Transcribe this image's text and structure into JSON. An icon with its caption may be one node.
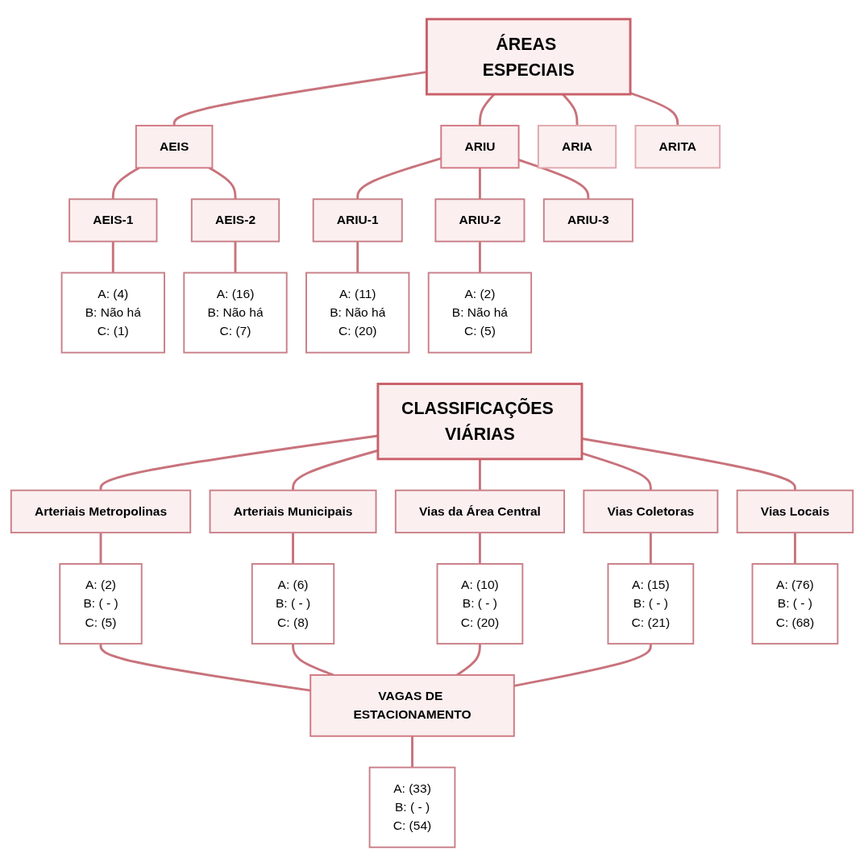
{
  "diagram": {
    "nodes": [
      {
        "text": [
          "ÁREAS ESPECIAIS"
        ]
      },
      {
        "text": [
          "AEIS"
        ]
      },
      {
        "text": [
          "ARIU"
        ]
      },
      {
        "text": [
          "ARIA"
        ]
      },
      {
        "text": [
          "ARITA"
        ]
      },
      {
        "text": [
          "AEIS-1"
        ]
      },
      {
        "text": [
          "AEIS-2"
        ]
      },
      {
        "text": [
          "ARIU-1"
        ]
      },
      {
        "text": [
          "ARIU-2"
        ]
      },
      {
        "text": [
          "ARIU-3"
        ]
      },
      {
        "text": [
          "A: (4)",
          "B: Não há",
          "C: (1)"
        ]
      },
      {
        "text": [
          "A: (16)",
          "B: Não há",
          "C: (7)"
        ]
      },
      {
        "text": [
          "A: (11)",
          "B: Não há",
          "C: (20)"
        ]
      },
      {
        "text": [
          "A: (2)",
          "B: Não há",
          "C: (5)"
        ]
      },
      {
        "text": [
          "CLASSIFICAÇÕES VIÁRIAS"
        ]
      },
      {
        "text": [
          "Arteriais Metropolinas"
        ]
      },
      {
        "text": [
          "Arteriais Municipais"
        ]
      },
      {
        "text": [
          "Vias da Área Central"
        ]
      },
      {
        "text": [
          "Vias Coletoras"
        ]
      },
      {
        "text": [
          "Vias Locais"
        ]
      },
      {
        "text": [
          "A: (2)",
          "B: ( - )",
          "C: (5)"
        ]
      },
      {
        "text": [
          "A: (6)",
          "B: ( - )",
          "C: (8)"
        ]
      },
      {
        "text": [
          "A: (10)",
          "B: ( - )",
          "C: (20)"
        ]
      },
      {
        "text": [
          "A: (15)",
          "B: ( - )",
          "C: (21)"
        ]
      },
      {
        "text": [
          "A: (76)",
          "B: ( - )",
          "C: (68)"
        ]
      },
      {
        "text": [
          "VAGAS DE ESTACIONAMENTO"
        ]
      },
      {
        "text": [
          "A: (33)",
          "B: ( - )",
          "C: (54)"
        ]
      }
    ],
    "edges": [
      {
        "from": 0,
        "to": 1,
        "arrow": "none"
      },
      {
        "from": 0,
        "to": 2,
        "arrow": "none"
      },
      {
        "from": 0,
        "to": 3,
        "arrow": "none"
      },
      {
        "from": 0,
        "to": 4,
        "arrow": "none"
      },
      {
        "from": 1,
        "to": 5,
        "arrow": "none"
      },
      {
        "from": 1,
        "to": 6,
        "arrow": "none"
      },
      {
        "from": 2,
        "to": 7,
        "arrow": "none"
      },
      {
        "from": 2,
        "to": 8,
        "arrow": "none"
      },
      {
        "from": 2,
        "to": 9,
        "arrow": "none"
      },
      {
        "from": 5,
        "to": 10,
        "arrow": "none"
      },
      {
        "from": 6,
        "to": 11,
        "arrow": "none"
      },
      {
        "from": 7,
        "to": 12,
        "arrow": "none"
      },
      {
        "from": 8,
        "to": 13,
        "arrow": "none"
      },
      {
        "from": 14,
        "to": 15,
        "arrow": "none"
      },
      {
        "from": 14,
        "to": 16,
        "arrow": "none"
      },
      {
        "from": 14,
        "to": 17,
        "arrow": "none"
      },
      {
        "from": 14,
        "to": 18,
        "arrow": "none"
      },
      {
        "from": 14,
        "to": 19,
        "arrow": "none"
      },
      {
        "from": 15,
        "to": 20,
        "arrow": "none"
      },
      {
        "from": 16,
        "to": 21,
        "arrow": "none"
      },
      {
        "from": 17,
        "to": 22,
        "arrow": "none"
      },
      {
        "from": 18,
        "to": 23,
        "arrow": "none"
      },
      {
        "from": 19,
        "to": 24,
        "arrow": "none"
      },
      {
        "from": 20,
        "to": 25,
        "arrow": "none"
      },
      {
        "from": 21,
        "to": 25,
        "arrow": "none"
      },
      {
        "from": 22,
        "to": 25,
        "arrow": "none"
      },
      {
        "from": 23,
        "to": 25,
        "arrow": "none"
      },
      {
        "from": 25,
        "to": 26,
        "arrow": "none"
      }
    ]
  }
}
